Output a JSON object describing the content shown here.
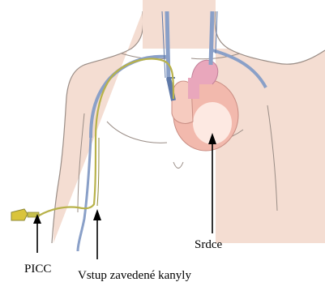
{
  "labels": {
    "picc": "PICC",
    "insertion": "Vstup zavedené kanyly",
    "heart": "Srdce"
  },
  "colors": {
    "background": "#ffffff",
    "skin": "#f4ddd2",
    "outline": "#9a8d86",
    "vein": "#8aa0c8",
    "vein_dark": "#5f79a8",
    "catheter": "#b8b24a",
    "heart": "#f2b9ad",
    "heart_highlight": "#fde9e2",
    "aorta": "#e9a7bc",
    "arrow": "#000000"
  }
}
